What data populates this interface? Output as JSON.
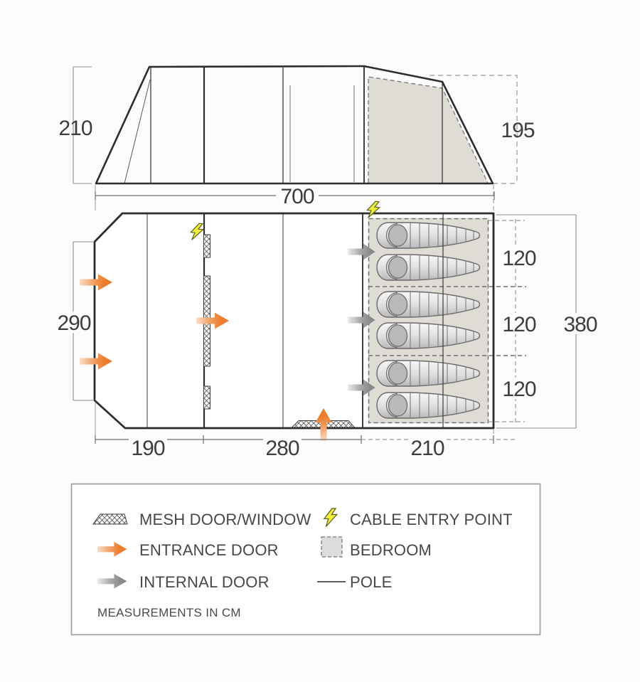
{
  "elevation": {
    "height_left": "210",
    "height_right": "195",
    "length": "700"
  },
  "floorplan": {
    "front_depth": "290",
    "total_depth": "380",
    "bedrooms": [
      "120",
      "120",
      "120"
    ],
    "bottom": [
      "190",
      "280",
      "210"
    ],
    "sleeping_bag_count": 6,
    "entrance_door_count": 4,
    "internal_door_count": 3,
    "cable_entry_count": 2
  },
  "legend": {
    "mesh": "MESH DOOR/WINDOW",
    "entrance": "ENTRANCE DOOR",
    "internal": "INTERNAL DOOR",
    "cable": "CABLE ENTRY POINT",
    "bedroom": "BEDROOM",
    "pole": "POLE",
    "note": "MEASUREMENTS IN CM"
  },
  "icons": {
    "mesh": "mesh-swatch-icon",
    "entrance": "entrance-arrow-icon",
    "internal": "internal-arrow-icon",
    "cable": "lightning-bolt-icon",
    "bedroom": "bedroom-swatch-icon",
    "pole": "pole-line-icon"
  },
  "colors": {
    "entrance_arrow": "#ed7d2f",
    "internal_arrow": "#8c8c8c",
    "bedroom_fill": "#dfdcd5",
    "cable_bolt": "#eef03c",
    "outline": "#2d2d2d"
  }
}
